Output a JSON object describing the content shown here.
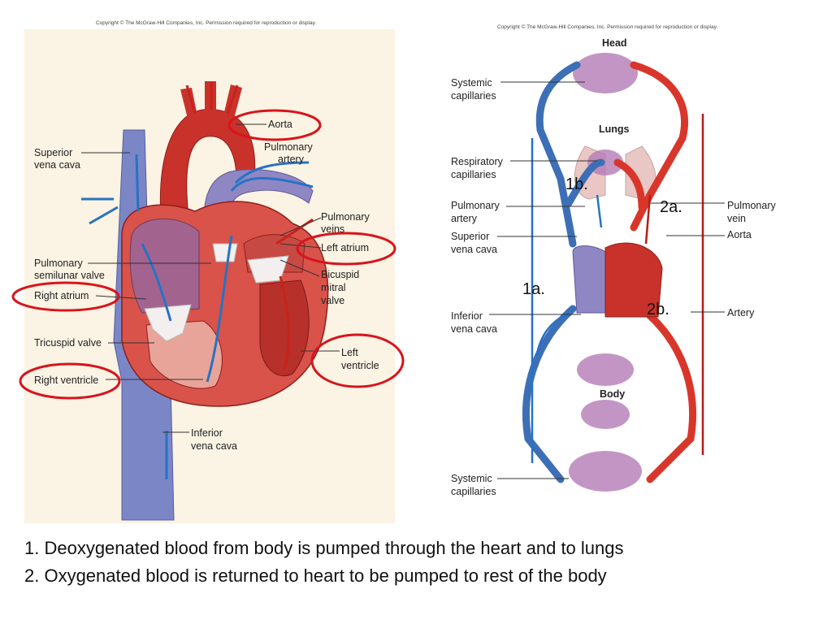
{
  "left_diagram": {
    "copyright": "Copyright © The McGraw-Hill Companies, Inc. Permission required for reproduction or display.",
    "labels": {
      "aorta": "Aorta",
      "pulmonary_artery_1": "Pulmonary",
      "pulmonary_artery_2": "artery",
      "superior_vena_cava_1": "Superior",
      "superior_vena_cava_2": "vena cava",
      "pulmonary_veins_1": "Pulmonary",
      "pulmonary_veins_2": "veins",
      "left_atrium": "Left atrium",
      "pulmonary_semilunar_1": "Pulmonary",
      "pulmonary_semilunar_2": "semilunar valve",
      "bicuspid_1": "Bicuspid",
      "bicuspid_2": "mitral",
      "bicuspid_3": "valve",
      "right_atrium": "Right atrium",
      "tricuspid": "Tricuspid valve",
      "left_ventricle_1": "Left",
      "left_ventricle_2": "ventricle",
      "right_ventricle": "Right ventricle",
      "inferior_vena_cava_1": "Inferior",
      "inferior_vena_cava_2": "vena cava"
    }
  },
  "right_diagram": {
    "copyright": "Copyright © The McGraw-Hill Companies, Inc. Permission required for reproduction or display.",
    "labels": {
      "head": "Head",
      "systemic_capillaries_top_1": "Systemic",
      "systemic_capillaries_top_2": "capillaries",
      "lungs": "Lungs",
      "respiratory_capillaries_1": "Respiratory",
      "respiratory_capillaries_2": "capillaries",
      "pulmonary_artery_1": "Pulmonary",
      "pulmonary_artery_2": "artery",
      "superior_vena_cava_1": "Superior",
      "superior_vena_cava_2": "vena cava",
      "pulmonary_vein_1": "Pulmonary",
      "pulmonary_vein_2": "vein",
      "aorta": "Aorta",
      "inferior_vena_cava_1": "Inferior",
      "inferior_vena_cava_2": "vena cava",
      "artery": "Artery",
      "body": "Body",
      "systemic_capillaries_bottom_1": "Systemic",
      "systemic_capillaries_bottom_2": "capillaries"
    },
    "steps": {
      "s1a": "1a.",
      "s1b": "1b.",
      "s2a": "2a.",
      "s2b": "2b."
    }
  },
  "captions": {
    "line1": "1. Deoxygenated blood from body is pumped through the heart and to lungs",
    "line2": "2. Oxygenated blood is returned to heart to be pumped to rest of the body"
  },
  "colors": {
    "deoxygenated": "#3d6fb6",
    "oxygenated": "#d9362b",
    "highlight_circle": "#d8141c",
    "panel_background": "#fbf3e3"
  }
}
